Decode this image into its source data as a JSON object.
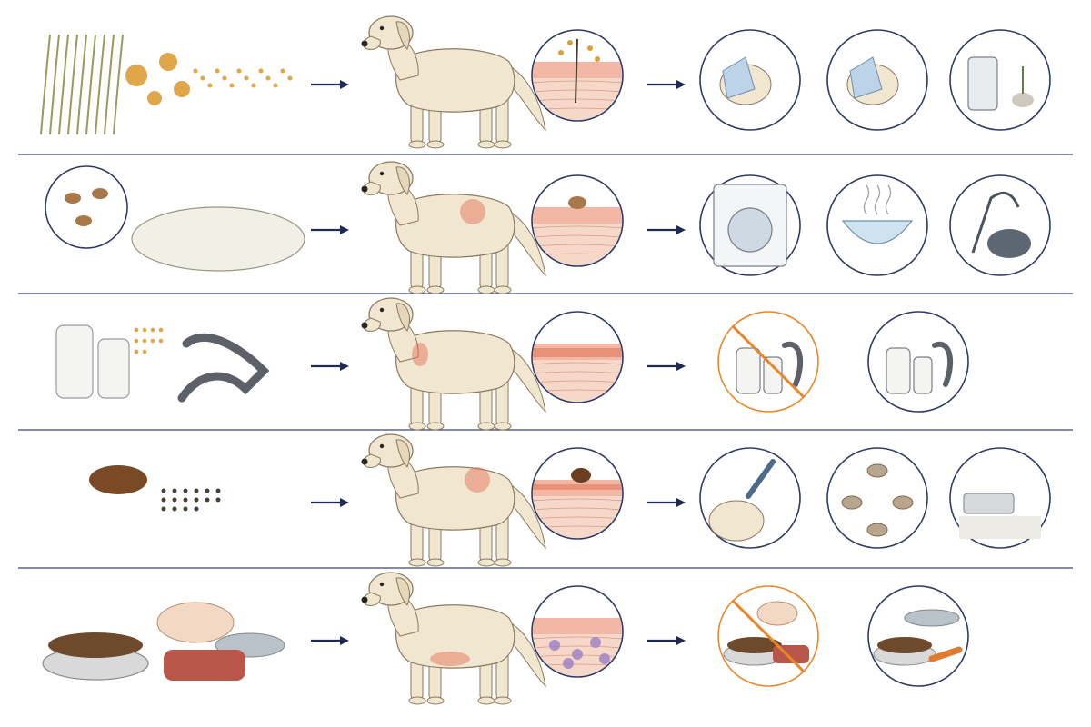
{
  "rows": [
    {
      "cause": "pollen",
      "skin": "hair-follicle-with-pollen",
      "remedies": [
        "wipe-face-icon",
        "wipe-paws-icon",
        "air-purifier-icon"
      ]
    },
    {
      "cause": "dust-mites-in-bed",
      "skin": "mite-on-skin",
      "remedies": [
        "washing-machine-icon",
        "hot-water-bowl-icon",
        "vacuum-icon"
      ]
    },
    {
      "cause": "shampoo-and-harness",
      "skin": "inflamed-skin-layer",
      "remedies": [
        "avoid-products-icon",
        "gentle-products-icon"
      ]
    },
    {
      "cause": "flea",
      "skin": "flea-on-skin",
      "remedies": [
        "dropper-treatment-icon",
        "flea-life-cycle-icon",
        "clean-home-icon"
      ]
    },
    {
      "cause": "food-proteins",
      "skin": "immune-cells-in-skin",
      "remedies": [
        "avoid-foods-icon",
        "novel-diet-icon"
      ]
    }
  ],
  "colors": {
    "divider": "#3b4573",
    "arrow": "#1f2a52",
    "circle_stroke": "#2f3a66",
    "avoid": "#e8872a",
    "dog_fur": "#f1e6d0",
    "rash": "#e06a4e"
  }
}
